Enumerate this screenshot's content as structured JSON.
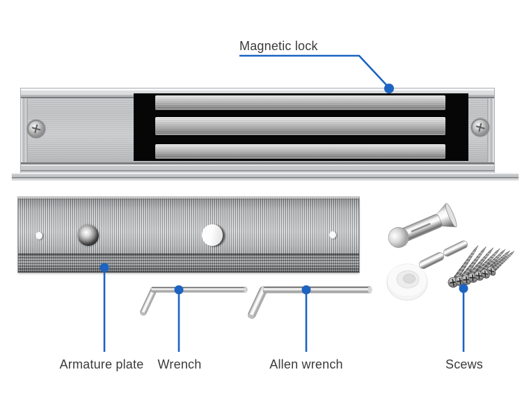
{
  "colors": {
    "background": "#ffffff",
    "leader": "#1d63c1",
    "labelText": "#3a3a3a"
  },
  "callouts": {
    "magnetic_lock": {
      "label": "Magnetic lock"
    },
    "armature_plate": {
      "label": "Armature plate"
    },
    "wrench": {
      "label": "Wrench"
    },
    "allen_wrench": {
      "label": "Allen wrench"
    },
    "screws": {
      "label": "Scews"
    }
  }
}
